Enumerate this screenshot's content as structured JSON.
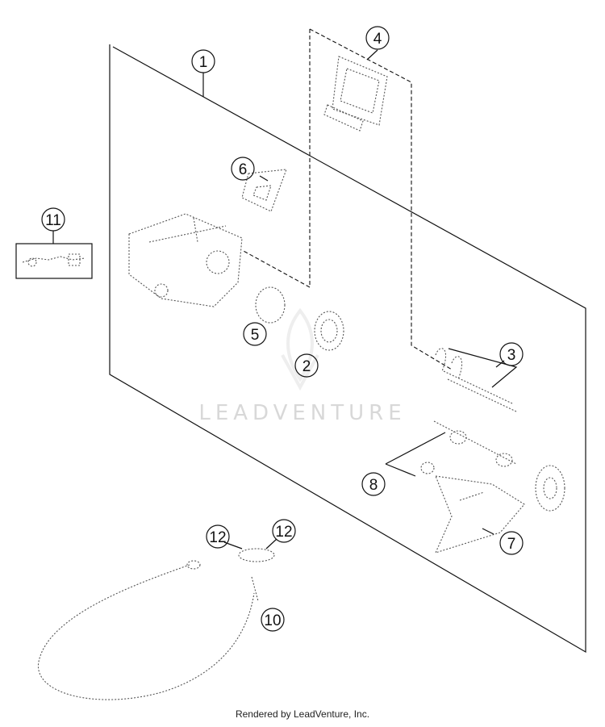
{
  "diagram": {
    "watermark": "LEADVENTURE",
    "footer": "Rendered by LeadVenture, Inc.",
    "callouts": [
      "1",
      "2",
      "3",
      "4",
      "5",
      "6",
      "7",
      "8",
      "10",
      "11",
      "12",
      "12"
    ]
  },
  "colors": {
    "line": "#111111",
    "watermark": "#d8d8d8",
    "part_sketch": "#555555"
  }
}
